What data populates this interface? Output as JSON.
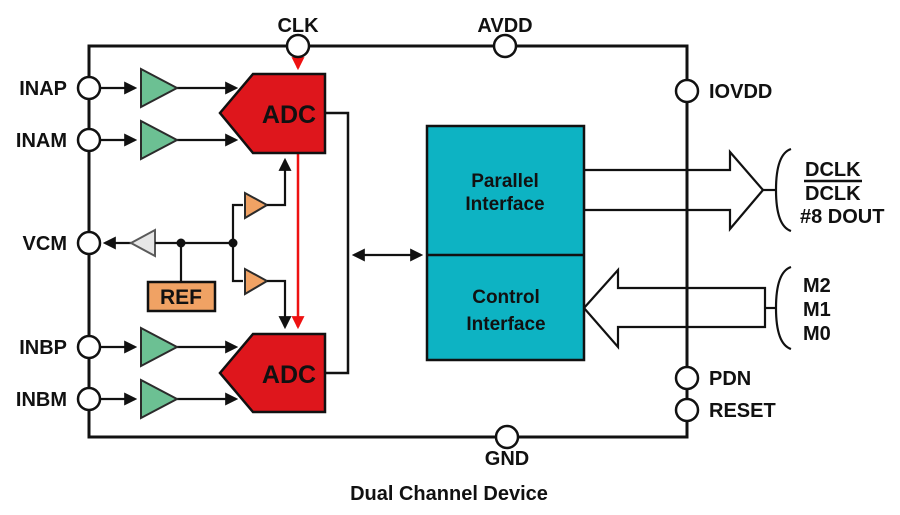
{
  "caption": "Dual Channel Device",
  "pins": {
    "clk": "CLK",
    "avdd": "AVDD",
    "gnd": "GND",
    "iovdd": "IOVDD",
    "pdn": "PDN",
    "reset": "RESET",
    "inap": "INAP",
    "inam": "INAM",
    "vcm": "VCM",
    "inbp": "INBP",
    "inbm": "INBM"
  },
  "blocks": {
    "adc_a": "ADC",
    "adc_b": "ADC",
    "ref": "REF",
    "parallel_interface": {
      "line1": "Parallel",
      "line2": "Interface"
    },
    "control_interface": {
      "line1": "Control",
      "line2": "Interface"
    }
  },
  "bus_out": {
    "dclk": "DCLK",
    "dclk_inverted": "DCLK",
    "dout": "#8 DOUT"
  },
  "bus_in": {
    "m2": "M2",
    "m1": "M1",
    "m0": "M0"
  },
  "colors": {
    "adc_red": "#de161c",
    "amp_green": "#6cc093",
    "ref_orange": "#f0a264",
    "interface_cyan": "#0db3c3",
    "buffer_gray": "#e7e7e7",
    "clock_red": "#ee1111",
    "wire_black": "#111111",
    "pin_fill": "#ffffff",
    "arrow_fill": "#ffffff"
  }
}
